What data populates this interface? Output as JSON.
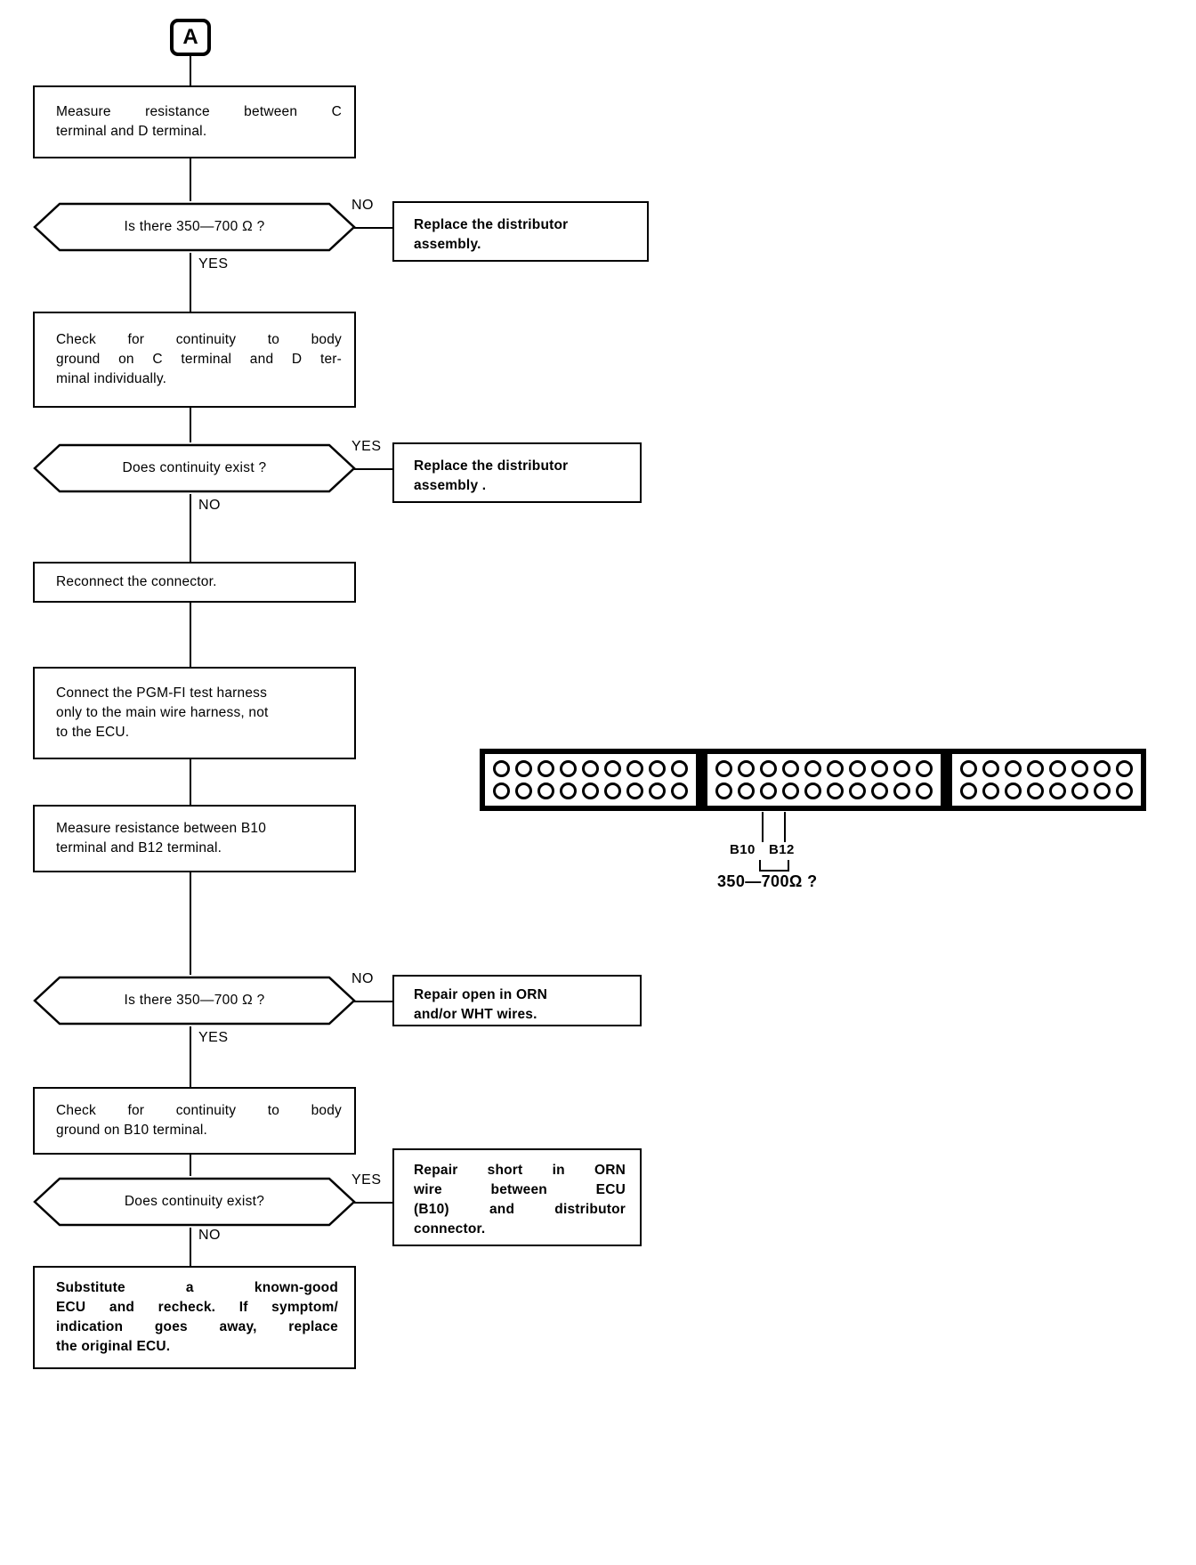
{
  "diagram": {
    "title": "PGM-FI distributor / ECU resistance troubleshooting flowchart",
    "entry_tag": "A",
    "steps": [
      {
        "id": "step-measure-cd",
        "type": "process",
        "text": "Measure resistance between C terminal and D terminal."
      },
      {
        "id": "decision-350-700-cd",
        "type": "decision",
        "text": "Is there 350—700 Ω ?",
        "yes": "YES",
        "no": "NO"
      },
      {
        "id": "result-replace-distributor-1",
        "type": "result",
        "line1": "Replace the distributor",
        "line2": "assembly."
      },
      {
        "id": "step-check-continuity-cd",
        "type": "process",
        "text": "Check for continuity to body ground on C terminal and D terminal individually."
      },
      {
        "id": "decision-continuity-cd",
        "type": "decision",
        "text": "Does continuity exist ?",
        "yes": "YES",
        "no": "NO"
      },
      {
        "id": "result-replace-distributor-2",
        "type": "result",
        "line1": "Replace the distributor",
        "line2": "assembly ."
      },
      {
        "id": "step-reconnect",
        "type": "process",
        "text": "Reconnect the connector."
      },
      {
        "id": "step-connect-harness",
        "type": "process",
        "text": "Connect the PGM-FI test harness only to the main wire harness, not to the ECU."
      },
      {
        "id": "step-measure-b10-b12",
        "type": "process",
        "text": "Measure resistance between B10 terminal and B12 terminal."
      },
      {
        "id": "decision-350-700-b",
        "type": "decision",
        "text": "Is there 350—700 Ω ?",
        "yes": "YES",
        "no": "NO"
      },
      {
        "id": "result-repair-open",
        "type": "result",
        "line1": "Repair open in ORN",
        "line2": "and/or WHT wires."
      },
      {
        "id": "step-check-continuity-b10",
        "type": "process",
        "text": "Check for continuity to body ground on B10 terminal."
      },
      {
        "id": "decision-continuity-b10",
        "type": "decision",
        "text": "Does continuity exist?",
        "yes": "YES",
        "no": "NO"
      },
      {
        "id": "result-repair-short",
        "type": "result",
        "line1": "Repair short in ORN",
        "line2": "wire between ECU",
        "line3": "(B10) and distributor",
        "line4": "connector."
      },
      {
        "id": "step-substitute-ecu",
        "type": "process",
        "bold": true,
        "line1": "Substitute a known-good",
        "line2": "ECU and recheck. If symptom/",
        "line3": "indication goes away, replace",
        "line4": "the original ECU."
      }
    ],
    "boxes": {
      "measure_cd": {
        "l1": "Measure resistance between C",
        "l2": "terminal and D terminal."
      },
      "check_cd": {
        "l1": "Check for continuity to body",
        "l2": "ground on C terminal and D ter-",
        "l3": "minal individually."
      },
      "reconnect": {
        "l1": "Reconnect the connector."
      },
      "harness": {
        "l1": "Connect the PGM-FI test harness",
        "l2": "only to the main wire harness, not",
        "l3": "to the ECU."
      },
      "measure_b": {
        "l1": "Measure resistance between B10",
        "l2": "terminal and B12 terminal."
      },
      "check_b10": {
        "l1": "Check for continuity to body",
        "l2": "ground on B10 terminal."
      },
      "substitute": {
        "l1": "Substitute a known-good",
        "l2": "ECU and recheck. If symptom/",
        "l3": "indication goes away, replace",
        "l4": "the original ECU."
      }
    },
    "decisions": {
      "d1": "Is there 350—700 Ω ?",
      "d2": "Does continuity exist ?",
      "d3": "Is there 350—700 Ω ?",
      "d4": "Does continuity exist?"
    },
    "branch_labels": {
      "d1_no": "NO",
      "d1_yes": "YES",
      "d2_yes": "YES",
      "d2_no": "NO",
      "d3_no": "NO",
      "d3_yes": "YES",
      "d4_yes": "YES",
      "d4_no": "NO"
    },
    "results": {
      "r1": {
        "l1": "Replace the distributor",
        "l2": "assembly."
      },
      "r2": {
        "l1": "Replace the distributor",
        "l2": "assembly ."
      },
      "r3": {
        "l1": "Repair open in ORN",
        "l2": "and/or WHT wires."
      },
      "r4": {
        "l1": "Repair short in ORN",
        "l2": "wire between ECU",
        "l3": "(B10) and distributor",
        "l4": "connector."
      }
    },
    "connector_graphic": {
      "name": "ecu-connector-pinout",
      "blocks": [
        {
          "name": "block-a",
          "rows": 2,
          "pins_per_row": 9
        },
        {
          "name": "block-b",
          "rows": 2,
          "pins_per_row": 10
        },
        {
          "name": "block-c",
          "rows": 2,
          "pins_per_row": 8
        }
      ],
      "pin_labels": [
        "B10",
        "B12"
      ],
      "measurement": "350—700Ω ?"
    },
    "colors": {
      "ink": "#000000",
      "paper": "#ffffff"
    }
  }
}
